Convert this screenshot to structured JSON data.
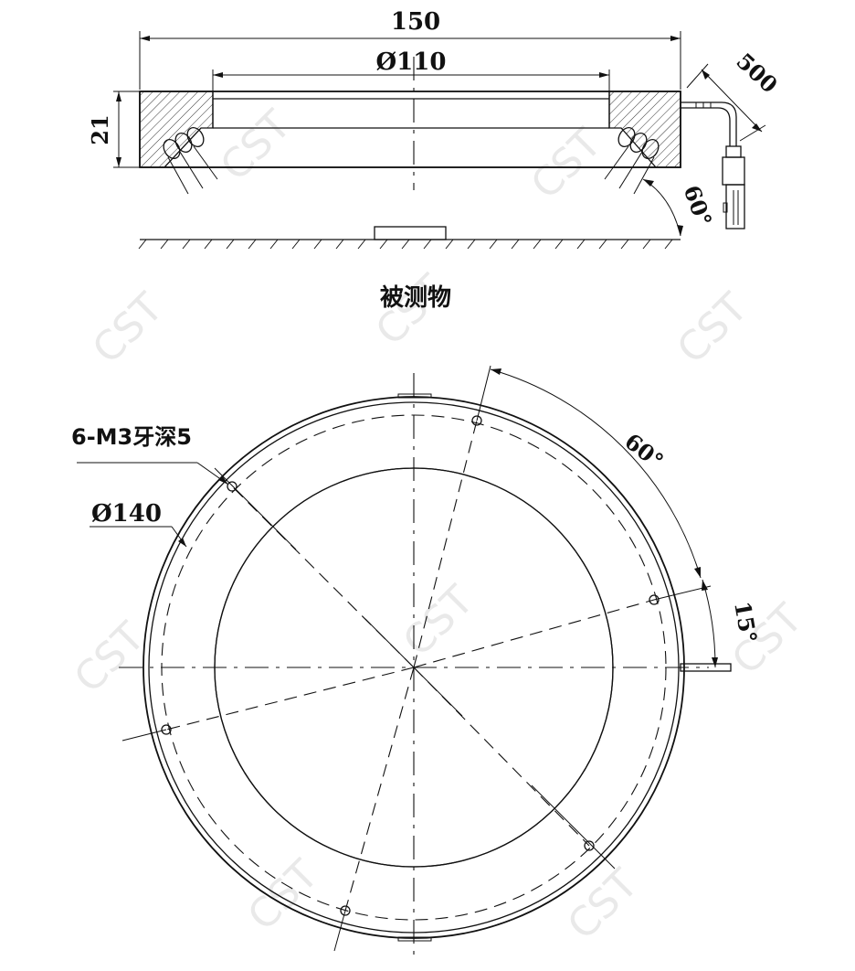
{
  "side_view": {
    "dim_width": "150",
    "dim_inner_diameter": "Ø110",
    "dim_height": "21",
    "dim_cable": "500",
    "dim_angle": "60°",
    "label_object": "被测物"
  },
  "top_view": {
    "label_holes": "6-M3牙深5",
    "dim_pcd": "Ø140",
    "dim_angle_60": "60°",
    "dim_angle_15": "15°"
  },
  "watermark": "CST"
}
